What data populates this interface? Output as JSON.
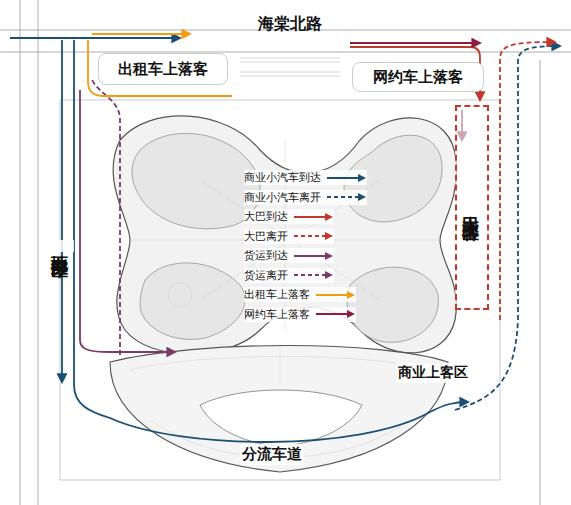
{
  "diagram": {
    "nodes": [
      {
        "text": [
          "出租车上落客"
        ]
      },
      {
        "text": [
          "网约车上落客"
        ]
      },
      {
        "text": [
          "大巴上落客区"
        ]
      }
    ],
    "labels": [
      "海棠北路",
      "地面停车区",
      "商业上客区",
      "分流车道"
    ],
    "legend": [
      {
        "text": "商业小汽车到达"
      },
      {
        "text": "商业小汽车离开"
      },
      {
        "text": "大巴到达"
      },
      {
        "text": "大巴离开"
      },
      {
        "text": "货运到达"
      },
      {
        "text": "货运离开"
      },
      {
        "text": "出租车上落客"
      },
      {
        "text": "网约车上落客"
      }
    ]
  }
}
